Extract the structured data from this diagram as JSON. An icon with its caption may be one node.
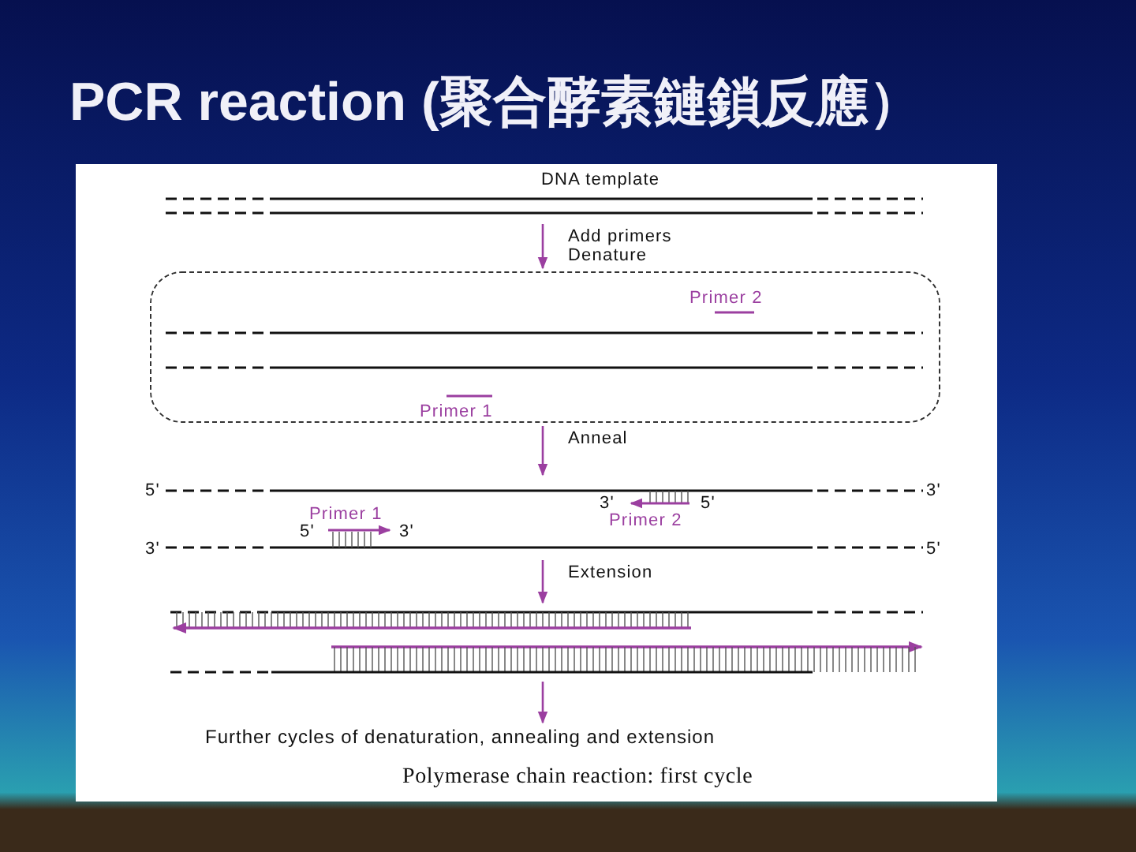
{
  "diagram": {
    "title": "PCR reaction (聚合酵素鏈鎖反應）",
    "caption": "Polymerase chain reaction: first cycle",
    "nodes": [
      {
        "text": [
          "DNA template"
        ]
      },
      {
        "text": [
          "Primer 2",
          "Primer 1"
        ]
      },
      {
        "text": [
          "Primer 1",
          "Primer 2"
        ]
      },
      {
        "text": [],
        "shape": "picture"
      },
      {
        "text": [
          "Further cycles of denaturation, annealing  and extension"
        ]
      }
    ],
    "edges": [
      {
        "from": 0,
        "to": 1,
        "arrow": "to",
        "label": "Add primers Denature"
      },
      {
        "from": 1,
        "to": 2,
        "arrow": "to",
        "label": "Anneal"
      },
      {
        "from": 2,
        "to": 3,
        "arrow": "to",
        "label": "Extension"
      },
      {
        "from": 3,
        "to": 4,
        "arrow": "to"
      }
    ],
    "labels": [
      "5'",
      "3'",
      "3'",
      "5'",
      "5'",
      "3'",
      "3'",
      "5'"
    ]
  }
}
